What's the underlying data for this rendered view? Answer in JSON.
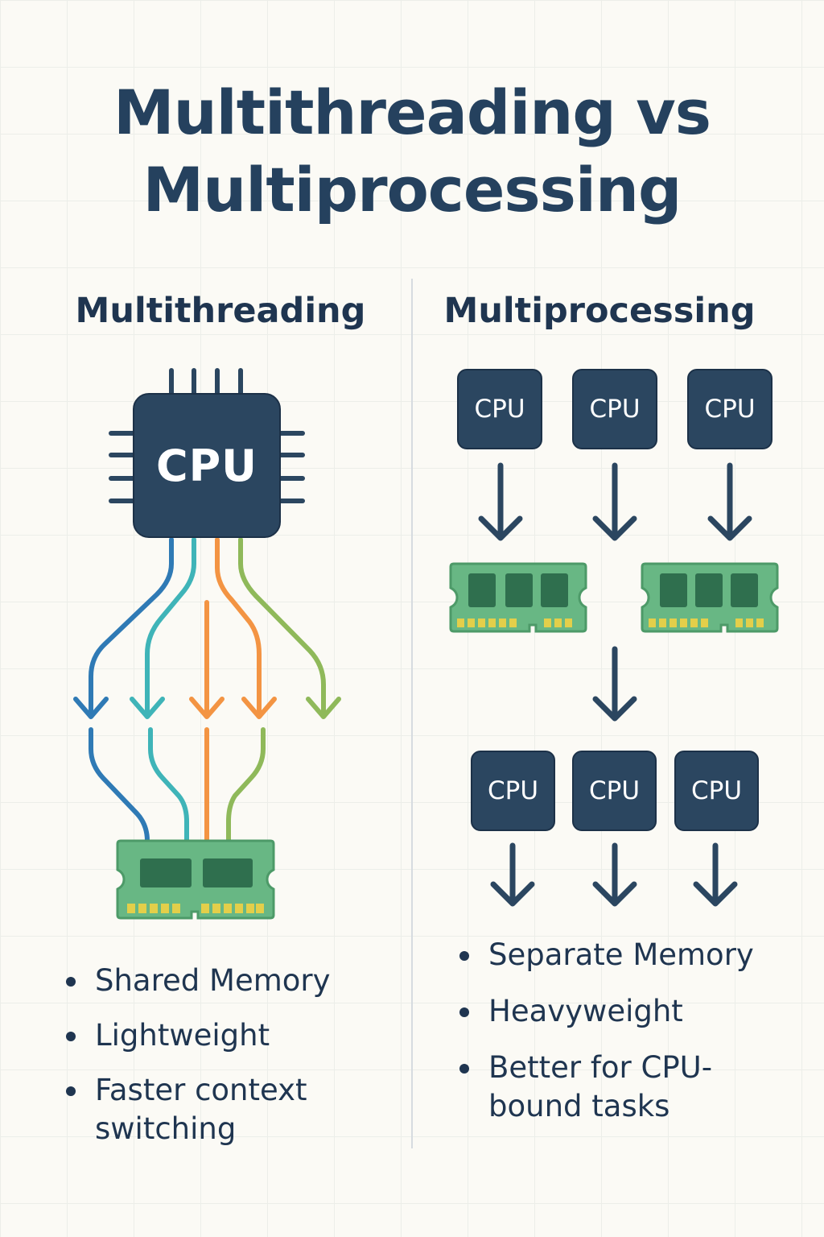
{
  "title": {
    "line1": "Multithreading vs",
    "line2": "Multiprocessing"
  },
  "left": {
    "heading": "Multithreading",
    "cpu_label": "CPU",
    "bullets": [
      "Shared Memory",
      "Lightweight",
      "Faster context switching"
    ]
  },
  "right": {
    "heading": "Multiprocessing",
    "cpu_labels_top": [
      "CPU",
      "CPU",
      "CPU"
    ],
    "cpu_labels_bottom": [
      "CPU",
      "CPU",
      "CPU"
    ],
    "bullets": [
      "Separate Memory",
      "Heavyweight",
      "Better for CPU-bound tasks"
    ]
  },
  "colors": {
    "navy": "#2b4660",
    "blue": "#2f7ab5",
    "teal": "#3fb4b8",
    "orange": "#f39443",
    "green": "#8fb95a",
    "ram": "#68b784",
    "chip": "#2f6f4e",
    "pin": "#e3cf4a"
  }
}
